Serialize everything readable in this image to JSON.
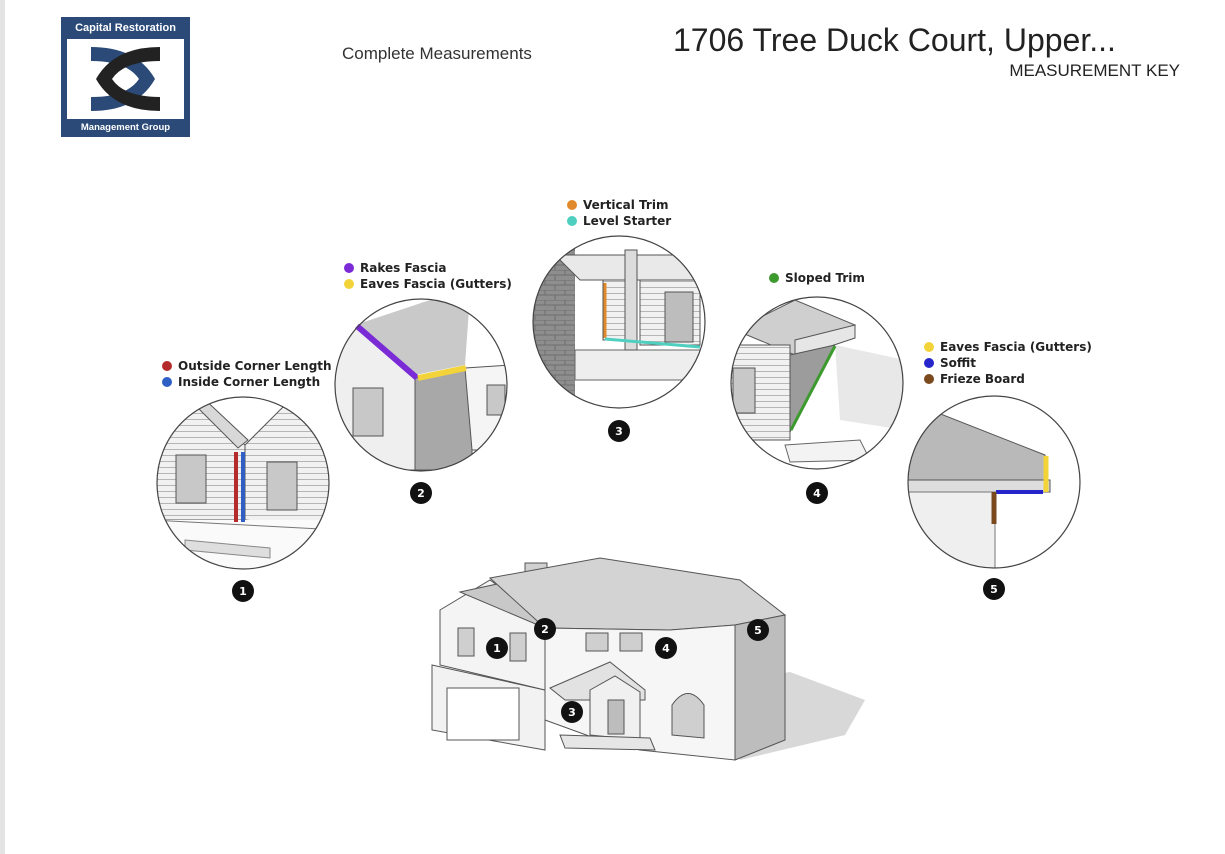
{
  "header": {
    "logo_top": "Capital Restoration",
    "logo_bottom": "Management Group",
    "subtitle": "Complete Measurements",
    "address": "1706 Tree Duck Court, Upper...",
    "key_label": "MEASUREMENT KEY"
  },
  "legends": {
    "corner": [
      {
        "label": "Outside Corner Length",
        "color": "#b52a2a"
      },
      {
        "label": "Inside Corner Length",
        "color": "#2f5fc4"
      }
    ],
    "fascia": [
      {
        "label": "Rakes Fascia",
        "color": "#7b2bd6"
      },
      {
        "label": "Eaves Fascia (Gutters)",
        "color": "#f2d43a"
      }
    ],
    "trim": [
      {
        "label": "Vertical Trim",
        "color": "#e08a2c"
      },
      {
        "label": "Level Starter",
        "color": "#4fcfc0"
      }
    ],
    "sloped": [
      {
        "label": "Sloped Trim",
        "color": "#3d9a2e"
      }
    ],
    "soffit": [
      {
        "label": "Eaves Fascia (Gutters)",
        "color": "#f2d43a"
      },
      {
        "label": "Soffit",
        "color": "#2525c9"
      },
      {
        "label": "Frieze Board",
        "color": "#7a4a1e"
      }
    ]
  },
  "badges": [
    "1",
    "2",
    "3",
    "4",
    "5"
  ]
}
